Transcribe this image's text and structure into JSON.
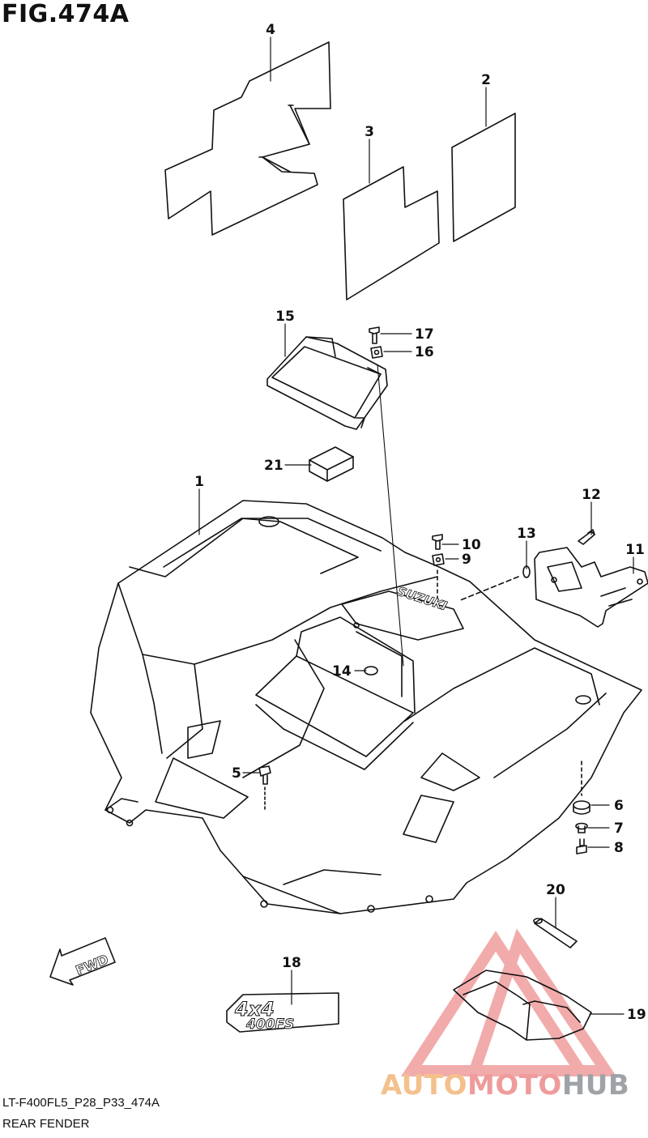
{
  "figure": {
    "title": "FIG.474A",
    "code": "LT-F400FL5_P28_P33_474A",
    "name": "REAR FENDER"
  },
  "callouts": [
    "1",
    "2",
    "3",
    "4",
    "5",
    "6",
    "7",
    "8",
    "9",
    "10",
    "11",
    "12",
    "13",
    "14",
    "15",
    "16",
    "17",
    "18",
    "19",
    "20",
    "21"
  ],
  "decal_text": {
    "fender_brand": "SUZUKI",
    "emblem_line1": "4x4",
    "emblem_line2": "400FS",
    "arrow": "FWD"
  },
  "watermark": {
    "part1": "AUTO",
    "part2": "MOTO",
    "part3": "HUB",
    "colors": {
      "auto": "#f4c08c",
      "moto": "#ef9b9b",
      "hub": "#9fa3a8",
      "triangle": "#ee8f8f"
    }
  }
}
